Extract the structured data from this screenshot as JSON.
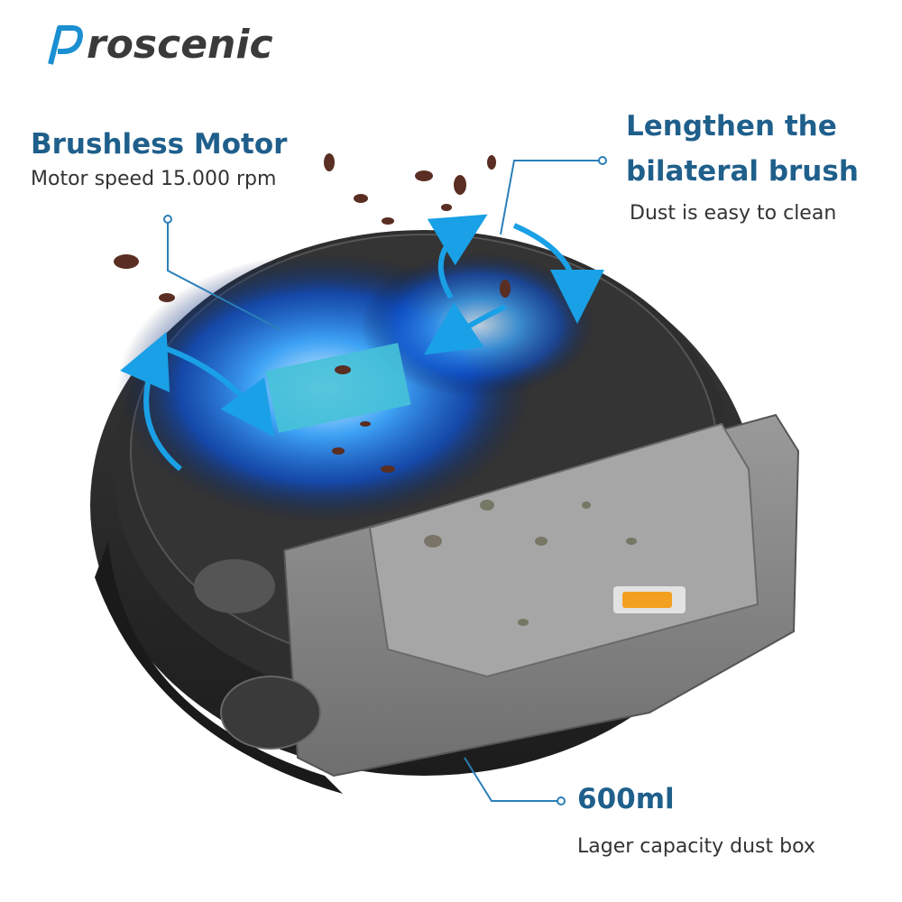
{
  "brand": {
    "logo_text": "roscenic",
    "logo_letter": "P"
  },
  "features": {
    "motor": {
      "title": "Brushless Motor",
      "subtitle": "Motor speed 15.000 rpm"
    },
    "brush": {
      "title_line1": "Lengthen the",
      "title_line2": "bilateral brush",
      "subtitle": "Dust is easy to clean"
    },
    "dustbox": {
      "title": "600ml",
      "subtitle": "Lager capacity dust box"
    }
  },
  "colors": {
    "accent": "#1f5f8b",
    "callout": "#2a7fb8",
    "glow": "#1e90ff",
    "body": "#2b2b2b",
    "bin": "#8a8a8a"
  }
}
